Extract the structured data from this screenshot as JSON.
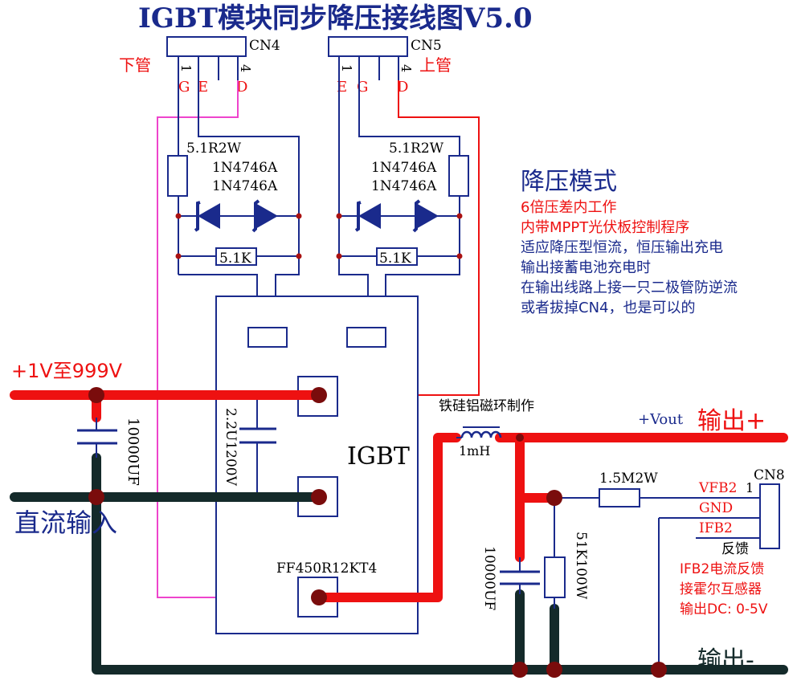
{
  "title": "IGBT模块同步降压接线图V5.0",
  "connectors": {
    "cn4": {
      "name": "CN4",
      "role": "下管",
      "pin_first": "1",
      "pin_last": "4",
      "pins": [
        "G",
        "E",
        "D"
      ]
    },
    "cn5": {
      "name": "CN5",
      "role": "上管",
      "pin_first": "1",
      "pin_last": "4",
      "pins": [
        "E",
        "G",
        "D"
      ]
    },
    "cn8": {
      "name": "CN8",
      "pin1": "1",
      "pins": [
        "VFB2",
        "GND",
        "IFB2"
      ],
      "note": "反馈"
    }
  },
  "components": {
    "resistor_gate_left": "5.1R2W",
    "resistor_gate_right": "5.1R2W",
    "zener_left_a": "1N4746A",
    "zener_left_b": "1N4746A",
    "zener_right_a": "1N4746A",
    "zener_right_b": "1N4746A",
    "resistor_ge_left": "5.1K",
    "resistor_ge_right": "5.1K",
    "cap_input": "10000UF",
    "cap_dc": "2.2U1200V",
    "igbt_label": "IGBT",
    "igbt_part": "FF450R12KT4",
    "inductor_core": "铁硅铝磁环制作",
    "inductor_value": "1mH",
    "cap_output": "10000UF",
    "resistor_fb": "1.5M2W",
    "resistor_load": "51K100W"
  },
  "labels": {
    "input_positive": "+1V至999V",
    "input_dc": "直流输入",
    "vout": "+Vout",
    "output_positive": "输出+",
    "output_negative": "输出-"
  },
  "notes": {
    "mode_title": "降压模式",
    "lines": [
      "6倍压差内工作",
      "内带MPPT光伏板控制程序",
      "适应降压型恒流，恒压输出充电",
      "输出接蓄电池充电时",
      "在输出线路上接一只二极管防逆流",
      "或者拔掉CN4，也是可以的"
    ],
    "feedback": [
      "IFB2电流反馈",
      "接霍尔互感器",
      "输出DC: 0-5V"
    ]
  },
  "colors": {
    "positive_rail": "#ee1111",
    "negative_rail": "#142a2a",
    "signal_wire": "#1a2a8c",
    "gate_wire_low": "#ee44cc",
    "note_blue": "#1a2a8c",
    "note_red": "#ee1111"
  }
}
